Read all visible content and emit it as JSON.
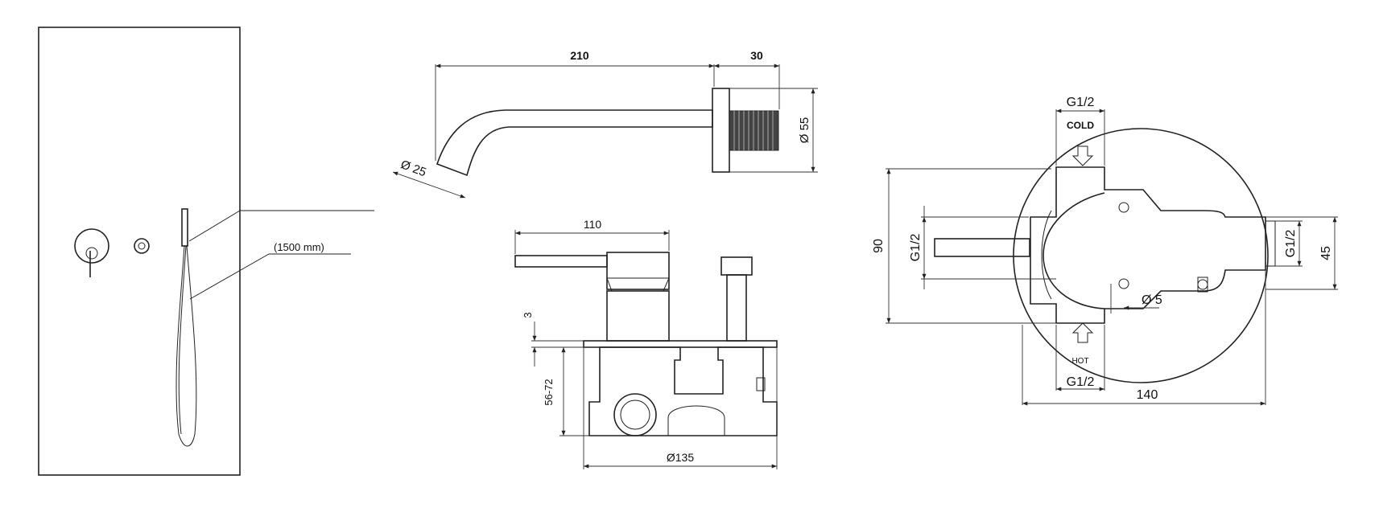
{
  "wall_view": {
    "hose_length_label": "(1500 mm)"
  },
  "spout_view": {
    "length_label": "210",
    "plate_label": "30",
    "outlet_diameter_label": "Ø 25",
    "plate_diameter_label": "Ø 55"
  },
  "mixer_side_view": {
    "width_label": "110",
    "plate_thickness_label": "3",
    "depth_range_label": "56-72",
    "body_diameter_label": "Ø135"
  },
  "mixer_front_view": {
    "top_thread_label": "G1/2",
    "cold_label": "COLD",
    "hot_label": "HOT",
    "bottom_thread_label": "G1/2",
    "left_thread_label": "G1/2",
    "right_thread_label": "G1/2",
    "height_label": "90",
    "inner_height_label": "45",
    "width_label": "140",
    "hole_diameter_label": "Ø 5"
  }
}
